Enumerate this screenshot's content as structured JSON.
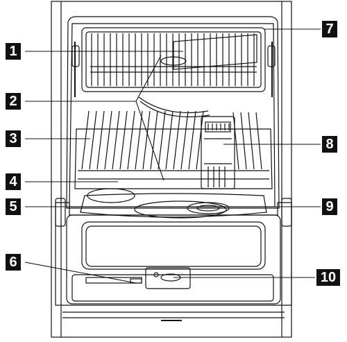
{
  "diagram": {
    "subject": "dishwasher-interior-front-view",
    "colors": {
      "line": "#111111",
      "background": "#ffffff",
      "label_box": "#111111",
      "label_text": "#ffffff"
    },
    "callouts": [
      {
        "id": "1",
        "label": "1"
      },
      {
        "id": "2",
        "label": "2"
      },
      {
        "id": "3",
        "label": "3"
      },
      {
        "id": "4",
        "label": "4"
      },
      {
        "id": "5",
        "label": "5"
      },
      {
        "id": "6",
        "label": "6"
      },
      {
        "id": "7",
        "label": "7"
      },
      {
        "id": "8",
        "label": "8"
      },
      {
        "id": "9",
        "label": "9"
      },
      {
        "id": "10",
        "label": "10"
      }
    ]
  }
}
